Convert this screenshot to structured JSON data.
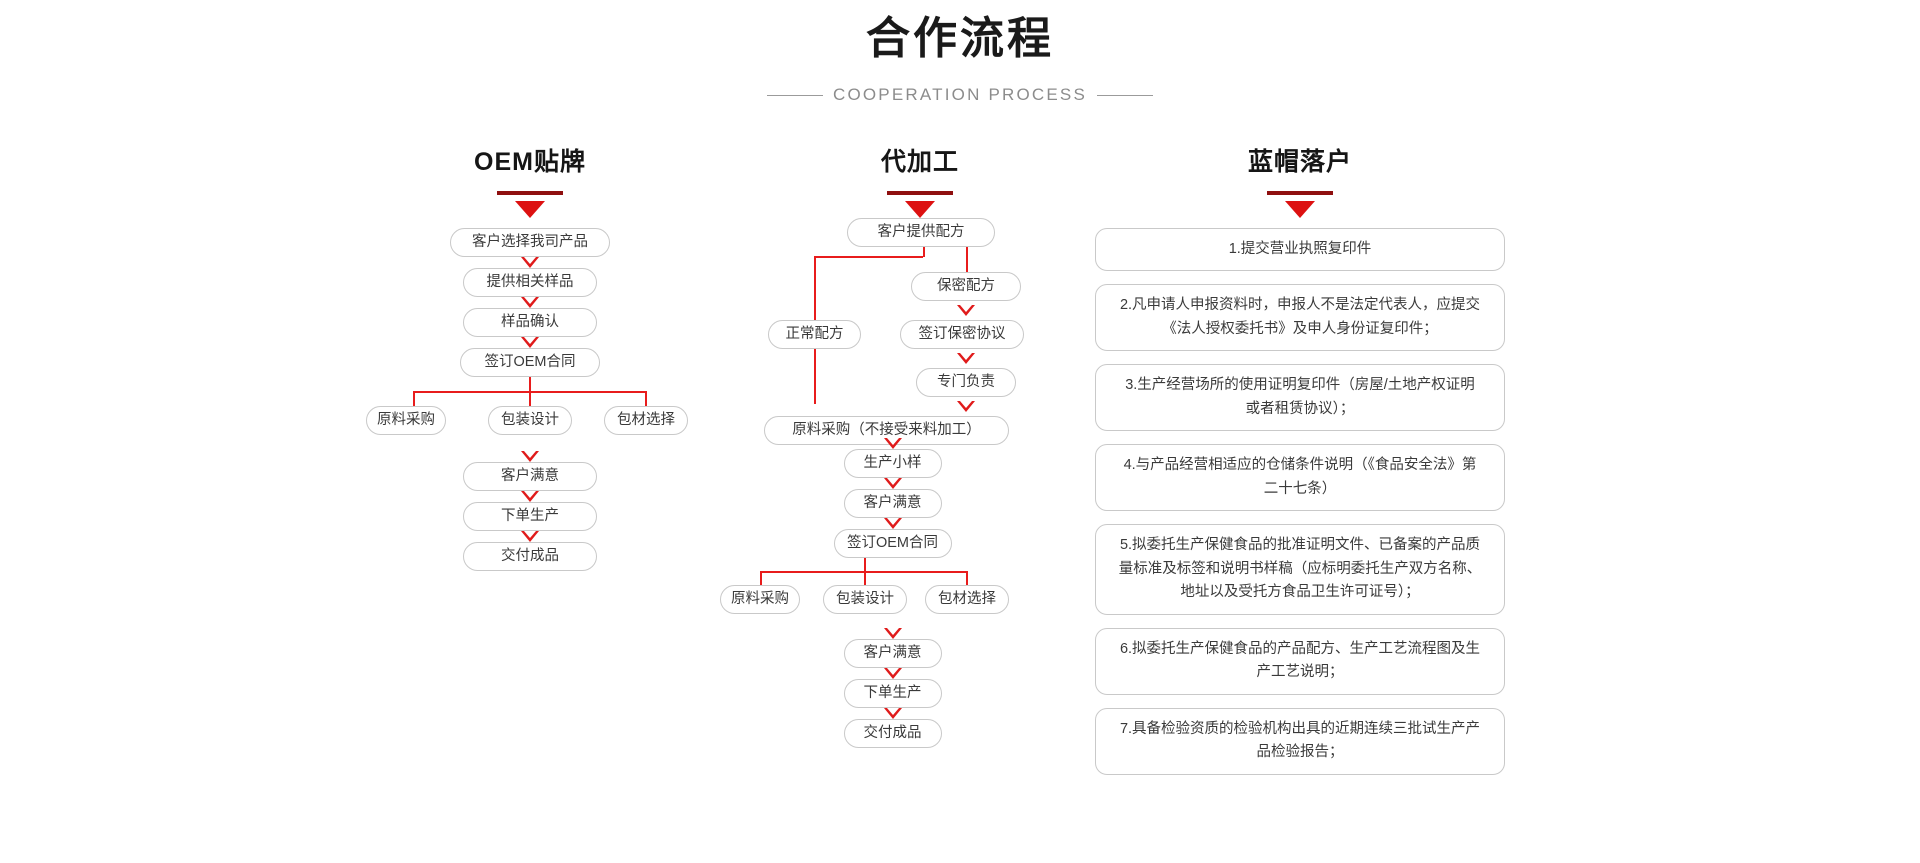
{
  "header": {
    "title": "合作流程",
    "subtitle": "COOPERATION PROCESS",
    "rule_left": "",
    "rule_right": ""
  },
  "theme": {
    "accent_red": "#e01b1b",
    "underline_dark_red": "#8f0f0f",
    "node_border": "#c9c9c9",
    "text": "#3a3a3a",
    "background": "#ffffff"
  },
  "columns": [
    {
      "id": "oem",
      "title": "OEM贴牌",
      "steps": [
        "客户选择我司产品",
        "提供相关样品",
        "样品确认",
        "签订OEM合同"
      ],
      "branch": [
        "原料采购",
        "包装设计",
        "包材选择"
      ],
      "after_branch": [
        "客户满意",
        "下单生产",
        "交付成品"
      ]
    },
    {
      "id": "oem-processing",
      "title": "代加工",
      "start": "客户提供配方",
      "branch_left": "正常配方",
      "branch_right_steps": [
        "保密配方",
        "签订保密协议",
        "专门负责"
      ],
      "merge": "原料采购（不接受来料加工）",
      "steps_after_merge": [
        "生产小样",
        "客户满意",
        "签订OEM合同"
      ],
      "branch": [
        "原料采购",
        "包装设计",
        "包材选择"
      ],
      "after_branch": [
        "客户满意",
        "下单生产",
        "交付成品"
      ]
    },
    {
      "id": "blue-hat",
      "title": "蓝帽落户",
      "items": [
        "1.提交营业执照复印件",
        "2.凡申请人申报资料时，申报人不是法定代表人，应提交《法人授权委托书》及申人身份证复印件；",
        "3.生产经营场所的使用证明复印件（房屋/土地产权证明或者租赁协议）；",
        "4.与产品经营相适应的仓储条件说明（《食品安全法》第二十七条）",
        "5.拟委托生产保健食品的批准证明文件、已备案的产品质量标准及标签和说明书样稿（应标明委托生产双方名称、地址以及受托方食品卫生许可证号）；",
        "6.拟委托生产保健食品的产品配方、生产工艺流程图及生产工艺说明；",
        "7.具备检验资质的检验机构出具的近期连续三批试生产产品检验报告；"
      ]
    }
  ]
}
